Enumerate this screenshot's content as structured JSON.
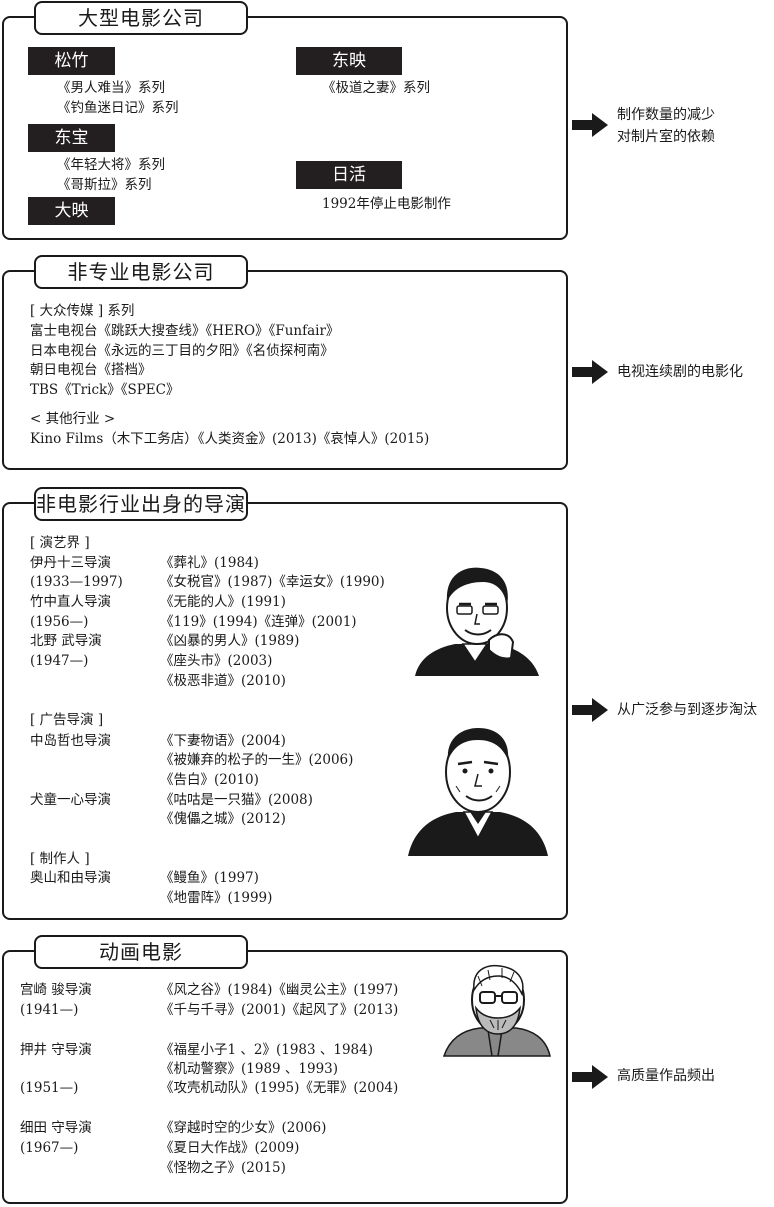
{
  "section1": {
    "title": "大型电影公司",
    "companies": [
      {
        "name": "松竹",
        "items": [
          "《男人难当》系列",
          "《钓鱼迷日记》系列"
        ]
      },
      {
        "name": "东宝",
        "items": [
          "《年轻大将》系列",
          "《哥斯拉》系列"
        ]
      },
      {
        "name": "大映",
        "items": []
      },
      {
        "name": "东映",
        "items": [
          "《极道之妻》系列"
        ]
      },
      {
        "name": "日活",
        "items": [
          "1992年停止电影制作"
        ]
      }
    ],
    "result": [
      "制作数量的减少",
      "对制片室的依赖"
    ]
  },
  "section2": {
    "title": "非专业电影公司",
    "lines": [
      "[ 大众传媒 ] 系列",
      "富士电视台《跳跃大搜查线》《HERO》《Funfair》",
      "日本电视台《永远的三丁目的夕阳》《名侦探柯南》",
      "朝日电视台《搭档》",
      "TBS《Trick》《SPEC》",
      "< 其他行业 >",
      "Kino Films（木下工务店）《人类资金》(2013)《哀悼人》(2015)"
    ],
    "result": [
      "电视连续剧的电影化"
    ]
  },
  "section3": {
    "title": "非电影行业出身的导演",
    "categories": [
      {
        "label": "[ 演艺界 ]"
      },
      {
        "label": "[ 广告导演 ]"
      },
      {
        "label": "[ 制作人 ]"
      }
    ],
    "directors": [
      {
        "name": "伊丹十三导演",
        "years": "(1933—1997)",
        "works": [
          "《葬礼》(1984)",
          "《女税官》(1987)《幸运女》(1990)"
        ]
      },
      {
        "name": "竹中直人导演",
        "years": "(1956—)",
        "works": [
          "《无能的人》(1991)",
          "《119》(1994)《连弹》(2001)"
        ]
      },
      {
        "name": "北野 武导演",
        "years": "(1947—)",
        "works": [
          "《凶暴的男人》(1989)",
          "《座头市》(2003)",
          "《极恶非道》(2010)"
        ]
      },
      {
        "name": "中岛哲也导演",
        "years": "",
        "works": [
          "《下妻物语》(2004)",
          "《被嫌弃的松子的一生》(2006)",
          "《告白》(2010)"
        ]
      },
      {
        "name": "犬童一心导演",
        "years": "",
        "works": [
          "《咕咕是一只猫》(2008)",
          "《傀儡之城》(2012)"
        ]
      },
      {
        "name": "奥山和由导演",
        "years": "",
        "works": [
          "《鳗鱼》(1997)",
          "《地雷阵》(1999)"
        ]
      }
    ],
    "result": [
      "从广泛参与到逐步淘汰"
    ]
  },
  "section4": {
    "title": "动画电影",
    "directors": [
      {
        "name": "宫崎 骏导演",
        "years": "(1941—)",
        "works": [
          "《风之谷》(1984)《幽灵公主》(1997)",
          "《千与千寻》(2001)《起风了》(2013)"
        ]
      },
      {
        "name": "押井 守导演",
        "years": "(1951—)",
        "works": [
          "《福星小子1 、2》(1983 、1984)",
          "《机动警察》(1989 、1993)",
          "《攻壳机动队》(1995)《无罪》(2004)"
        ]
      },
      {
        "name": "细田 守导演",
        "years": "(1967—)",
        "works": [
          "《穿越时空的少女》(2006)",
          "《夏日大作战》(2009)",
          "《怪物之子》(2015)"
        ]
      }
    ],
    "result": [
      "高质量作品频出"
    ]
  },
  "colors": {
    "ink": "#1a1a1a",
    "tag_bg": "#231f20",
    "tag_text": "#ffffff"
  }
}
